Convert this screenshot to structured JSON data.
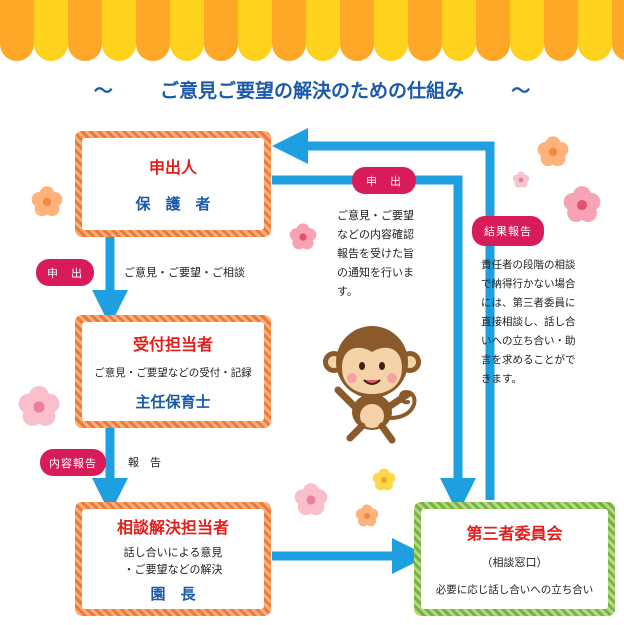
{
  "title": {
    "left_tilde": "～",
    "text": "ご意見ご要望の解決のための仕組み",
    "right_tilde": "～"
  },
  "boxes": {
    "mooshide": {
      "title": "申出人",
      "subtitle": "保　護　者"
    },
    "uketsuke": {
      "title": "受付担当者",
      "desc": "ご意見・ご要望などの受付・記録",
      "subtitle": "主任保育士"
    },
    "soudan": {
      "title": "相談解決担当者",
      "desc_line1": "話し合いによる意見",
      "desc_line2": "・ご要望などの解決",
      "subtitle": "園　長"
    },
    "daisansha": {
      "title": "第三者委員会",
      "desc": "（相談窓口）",
      "note": "必要に応じ話し合いへの立ち合い"
    }
  },
  "pills": {
    "moushide_left": "申　出",
    "moushide_top": "申　出",
    "naiyou_houkoku": "内容報告",
    "kekka_houkoku": "結果報告"
  },
  "notes": {
    "request_note": "ご意見・ご要望・ご相談",
    "report_note": "報　告",
    "confirm_lines": [
      "ご意見・ご要望",
      "などの内容確認",
      "報告を受けた旨",
      "の通知を行いま",
      "す。"
    ],
    "result_lines": [
      "責任者の段階の相談",
      "で納得行かない場合",
      "には、第三者委員に",
      "直接相談し、話し合",
      "いへの立ち合い・助",
      "言を求めることがで",
      "きます。"
    ]
  },
  "colors": {
    "arrow_blue": "#1e9fe0",
    "orange_border": "#f07a35",
    "green_border": "#78b43c",
    "pill_magenta": "#d81c5a",
    "title_blue": "#1a5aa8",
    "heading_red": "#e0201e",
    "awning_yellow": "#ffd21e",
    "awning_orange": "#ffa726"
  }
}
